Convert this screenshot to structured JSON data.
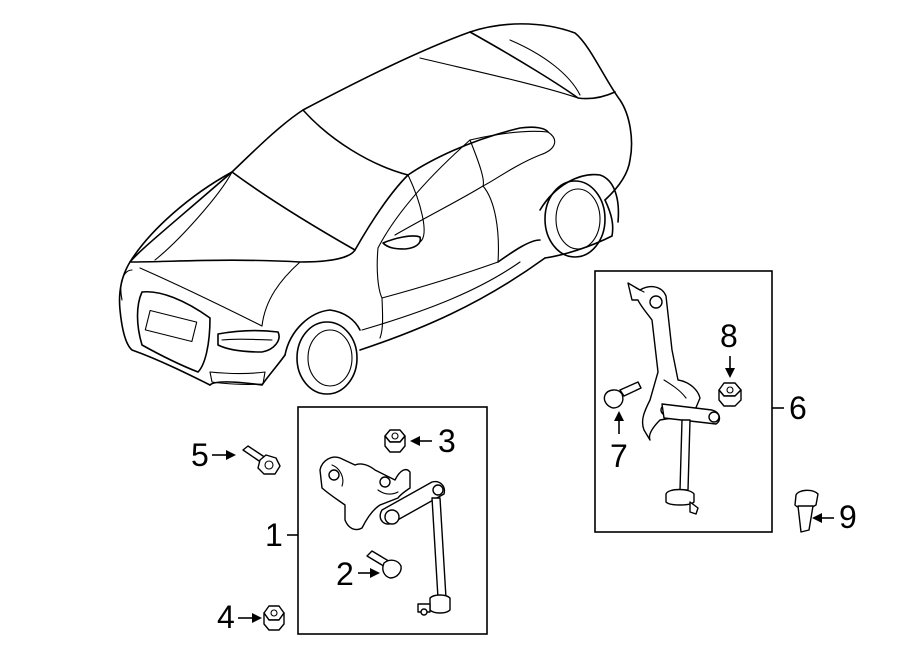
{
  "callouts": {
    "c1": "1",
    "c2": "2",
    "c3": "3",
    "c4": "4",
    "c5": "5",
    "c6": "6",
    "c7": "7",
    "c8": "8",
    "c9": "9"
  },
  "icons": {
    "vehicle": "coupe-car-outline-icon",
    "sensor": "ride-height-sensor-icon",
    "bolt": "bolt-icon",
    "nut": "hex-nut-icon"
  },
  "colors": {
    "line": "#000000",
    "background": "#ffffff"
  }
}
